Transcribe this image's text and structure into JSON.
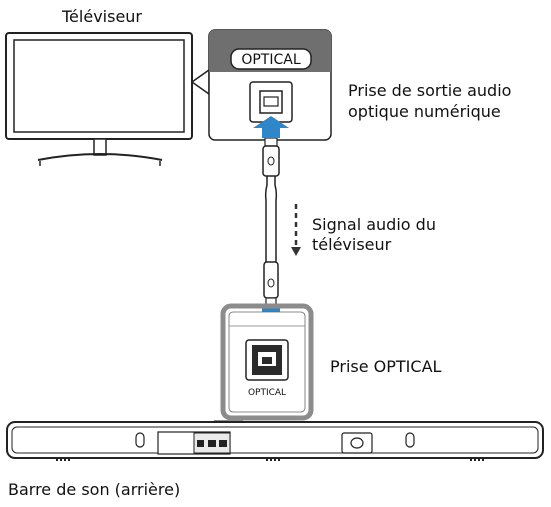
{
  "labels": {
    "tv": "Téléviseur",
    "tv_output_line1": "Prise de sortie audio",
    "tv_output_line2": "optique numérique",
    "signal_line1": "Signal audio du",
    "signal_line2": "téléviseur",
    "optical_input": "Prise OPTICAL",
    "soundbar": "Barre de son (arrière)"
  },
  "ports": {
    "tv_port_label": "OPTICAL",
    "bar_port_label": "OPTICAL"
  },
  "colors": {
    "arrow": "#2f86c8",
    "outline": "#222222",
    "callout_gray": "#8c8c8c"
  }
}
